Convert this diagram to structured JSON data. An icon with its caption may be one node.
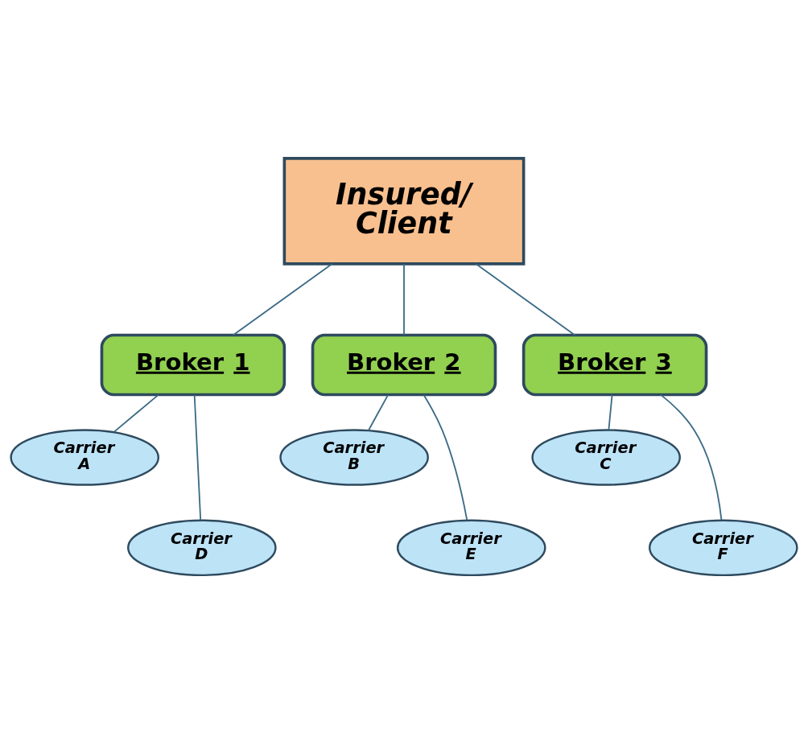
{
  "diagram": {
    "nodes": [
      {
        "text": [
          "Insured/ Client"
        ]
      },
      {
        "text": [
          "Broker 1"
        ]
      },
      {
        "text": [
          "Broker 2"
        ]
      },
      {
        "text": [
          "Broker 3"
        ]
      },
      {
        "text": [
          "Carrier A"
        ]
      },
      {
        "text": [
          "Carrier B"
        ]
      },
      {
        "text": [
          "Carrier C"
        ]
      },
      {
        "text": [
          "Carrier D"
        ]
      },
      {
        "text": [
          "Carrier E"
        ]
      },
      {
        "text": [
          "Carrier F"
        ]
      }
    ],
    "edges": [
      {
        "from": 0,
        "to": 1,
        "arrow": "none"
      },
      {
        "from": 0,
        "to": 2,
        "arrow": "none"
      },
      {
        "from": 0,
        "to": 3,
        "arrow": "none"
      },
      {
        "from": 1,
        "to": 4,
        "arrow": "none"
      },
      {
        "from": 1,
        "to": 7,
        "arrow": "none"
      },
      {
        "from": 2,
        "to": 5,
        "arrow": "none"
      },
      {
        "from": 2,
        "to": 8,
        "arrow": "none"
      },
      {
        "from": 3,
        "to": 6,
        "arrow": "none"
      },
      {
        "from": 3,
        "to": 9,
        "arrow": "none"
      }
    ]
  }
}
